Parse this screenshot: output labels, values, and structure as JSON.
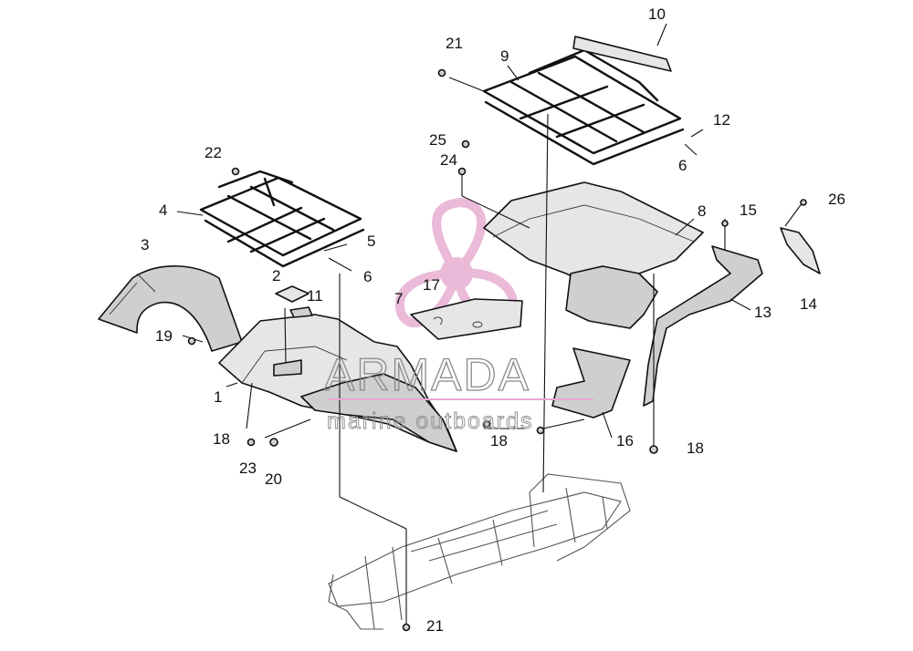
{
  "diagram": {
    "callouts": [
      "1",
      "2",
      "3",
      "4",
      "5",
      "6",
      "6",
      "7",
      "8",
      "9",
      "10",
      "11",
      "12",
      "13",
      "14",
      "15",
      "16",
      "17",
      "18",
      "18",
      "18",
      "19",
      "20",
      "21",
      "21",
      "22",
      "23",
      "24",
      "25",
      "26"
    ]
  },
  "watermark": {
    "brand": "ARMADA",
    "tagline": "marine outboards",
    "logo_color": "#e6a9cf",
    "text_color": "#8a8a8a"
  }
}
